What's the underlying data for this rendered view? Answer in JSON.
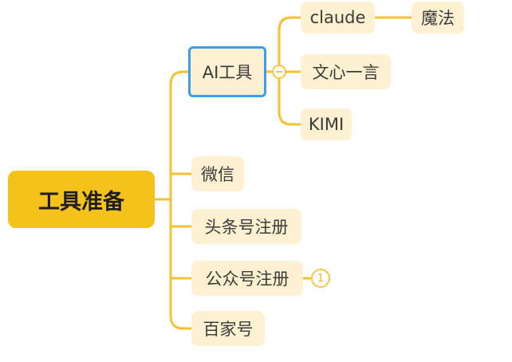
{
  "root": {
    "label": "工具准备"
  },
  "branches": {
    "ai_tools": {
      "label": "AI工具"
    },
    "wechat": {
      "label": "微信"
    },
    "toutiao": {
      "label": "头条号注册"
    },
    "gongzhonghao": {
      "label": "公众号注册",
      "badge": "1"
    },
    "baijiahao": {
      "label": "百家号"
    }
  },
  "ai_children": {
    "claude": {
      "label": "claude"
    },
    "wenxin": {
      "label": "文心一言"
    },
    "kimi": {
      "label": "KIMI"
    }
  },
  "claude_children": {
    "mofa": {
      "label": "魔法"
    }
  },
  "colors": {
    "line": "#f2c231",
    "root_fill": "#f5c21b",
    "node_fill": "#fdf1d2",
    "selected_border": "#3a9ee8"
  },
  "icons": {
    "collapse": "collapse-minus-icon",
    "count_badge": "count-badge"
  }
}
